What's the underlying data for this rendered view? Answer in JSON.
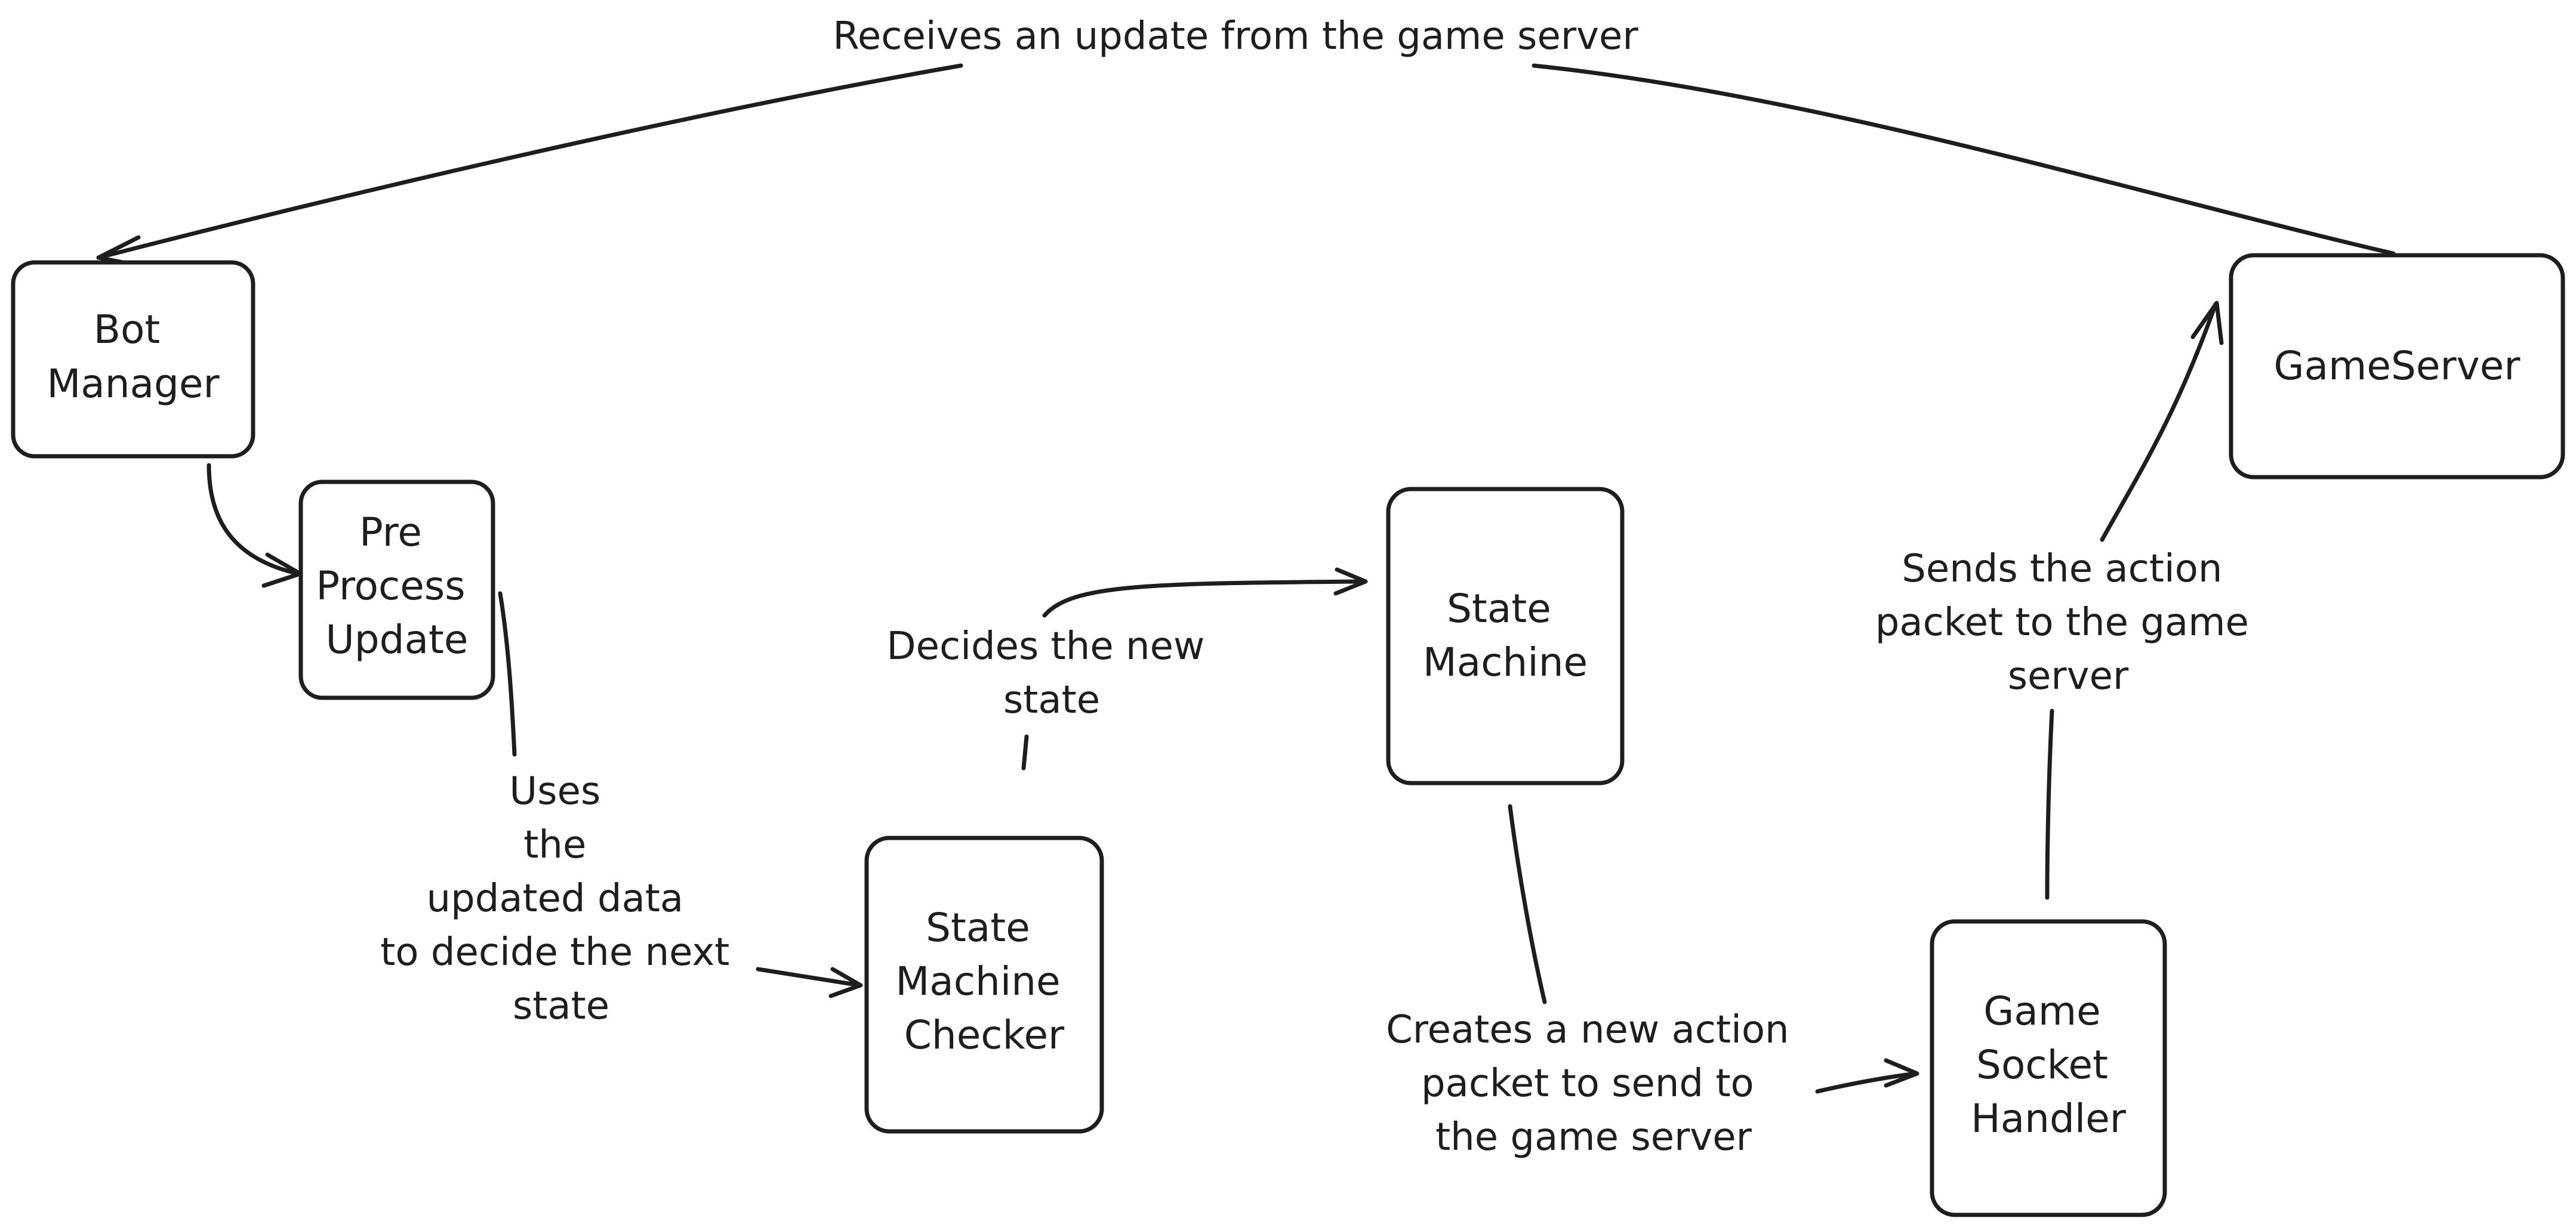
{
  "nodes": {
    "bot_manager": [
      "Bot",
      "Manager"
    ],
    "pre_process_update": [
      "Pre",
      "Process",
      "Update"
    ],
    "state_machine_checker": [
      "State",
      "Machine",
      "Checker"
    ],
    "state_machine": [
      "State",
      "Machine"
    ],
    "game_socket_handler": [
      "Game",
      "Socket",
      "Handler"
    ],
    "game_server": [
      "GameServer"
    ]
  },
  "edges": {
    "receives_update": [
      "Receives an update from the game server"
    ],
    "uses_updated_data": [
      "Uses",
      "the",
      "updated data",
      "to decide the next",
      "state"
    ],
    "decides_new_state": [
      "Decides the new",
      "state"
    ],
    "creates_action_packet": [
      "Creates a new action",
      "packet to send to",
      "the game server"
    ],
    "sends_action_packet": [
      "Sends the action",
      "packet to the game",
      "server"
    ]
  },
  "colors": {
    "stroke": "#1e1e1e",
    "background": "#ffffff"
  }
}
